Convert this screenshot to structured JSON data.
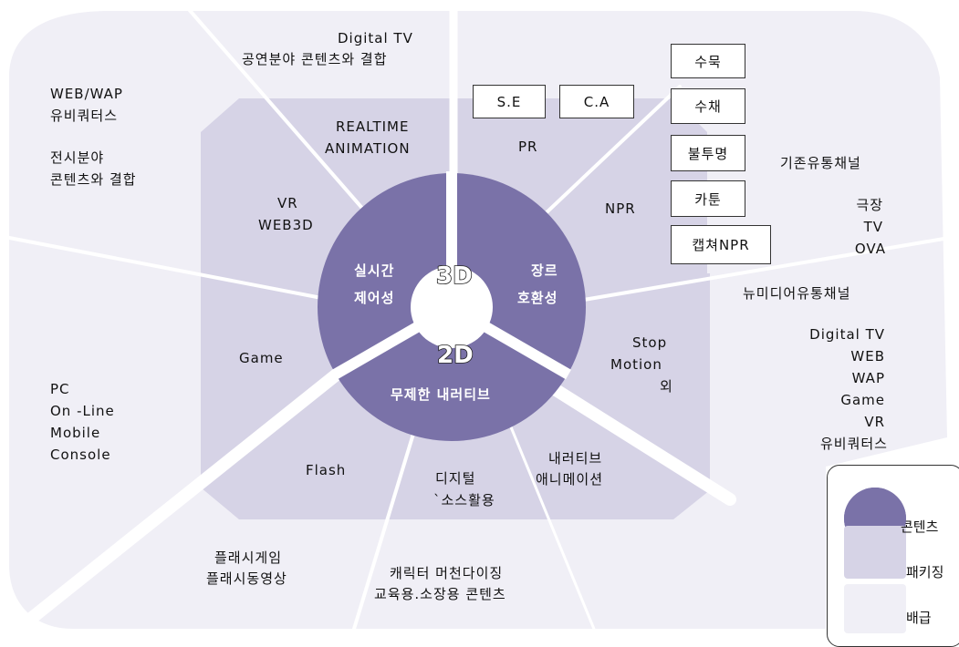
{
  "colors": {
    "distribution": "#f0eff6",
    "packaging": "#d6d3e6",
    "content": "#7a72a8",
    "divider": "#ffffff"
  },
  "center": {
    "label_3d": "3D",
    "label_2d": "2D",
    "left": [
      "실시간",
      "제어성"
    ],
    "right": [
      "장르",
      "호환성"
    ],
    "bottom": "무제한 내러티브"
  },
  "packaging": {
    "realtime": [
      "REALTIME",
      "ANIMATION"
    ],
    "pr": "PR",
    "npr": "NPR",
    "vr": [
      "VR",
      "WEB3D"
    ],
    "game": "Game",
    "stop": [
      "Stop",
      "Motion",
      "외"
    ],
    "flash": "Flash",
    "digital": [
      "디지털",
      "`소스활용"
    ],
    "narrative": [
      "내러티브",
      "애니메이션"
    ]
  },
  "boxes": {
    "se": "S.E",
    "ca": "C.A",
    "stack": [
      "수묵",
      "수채",
      "불투명",
      "카툰",
      "캡쳐NPR"
    ]
  },
  "distribution": {
    "top": [
      "Digital TV",
      "공연분야 콘텐츠와 결합"
    ],
    "topleft": [
      "WEB/WAP",
      "유비쿼터스"
    ],
    "exhibit": [
      "전시분야",
      "콘텐츠와 결합"
    ],
    "existing_title": "기존유통채널",
    "existing": [
      "극장",
      "TV",
      "OVA"
    ],
    "newmedia_title": "뉴미디어유통채널",
    "newmedia": [
      "Digital TV",
      "WEB",
      "WAP",
      "Game",
      "VR",
      "유비쿼터스"
    ],
    "platforms": [
      "PC",
      "On -Line",
      "Mobile",
      "Console"
    ],
    "flashgame": [
      "플래시게임",
      "플래시동영상"
    ],
    "character": [
      "캐릭터 머천다이징",
      "교육용.소장용 콘텐츠"
    ]
  },
  "legend": {
    "content": "콘텐츠",
    "packaging": "패키징",
    "distribution": "배급"
  }
}
